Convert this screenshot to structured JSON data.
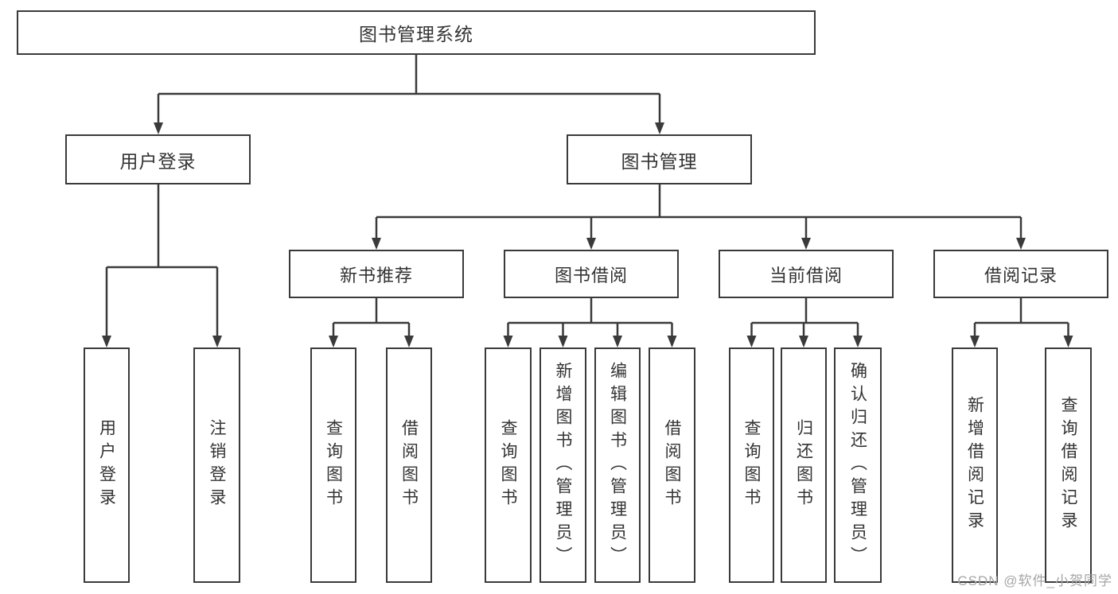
{
  "tree": {
    "root": {
      "label": "图书管理系统"
    },
    "level2": [
      {
        "label": "用户登录"
      },
      {
        "label": "图书管理"
      }
    ],
    "level3": [
      {
        "label": "新书推荐"
      },
      {
        "label": "图书借阅"
      },
      {
        "label": "当前借阅"
      },
      {
        "label": "借阅记录"
      }
    ],
    "leaves": {
      "user_login": [
        {
          "label": "用户登录"
        },
        {
          "label": "注销登录"
        }
      ],
      "new_book_recommend": [
        {
          "label": "查询图书"
        },
        {
          "label": "借阅图书"
        }
      ],
      "book_borrow": [
        {
          "label": "查询图书"
        },
        {
          "label": "新增图书（管理员）"
        },
        {
          "label": "编辑图书（管理员）"
        },
        {
          "label": "借阅图书"
        }
      ],
      "current_borrow": [
        {
          "label": "查询图书"
        },
        {
          "label": "归还图书"
        },
        {
          "label": "确认归还（管理员）"
        }
      ],
      "borrow_record": [
        {
          "label": "新增借阅记录"
        },
        {
          "label": "查询借阅记录"
        }
      ]
    }
  },
  "watermark": {
    "text": "CSDN @软件_小贺同学"
  },
  "colors": {
    "line": "#3a3a3a",
    "text": "#333333",
    "background": "#ffffff",
    "watermark": "#a6a6a6"
  }
}
